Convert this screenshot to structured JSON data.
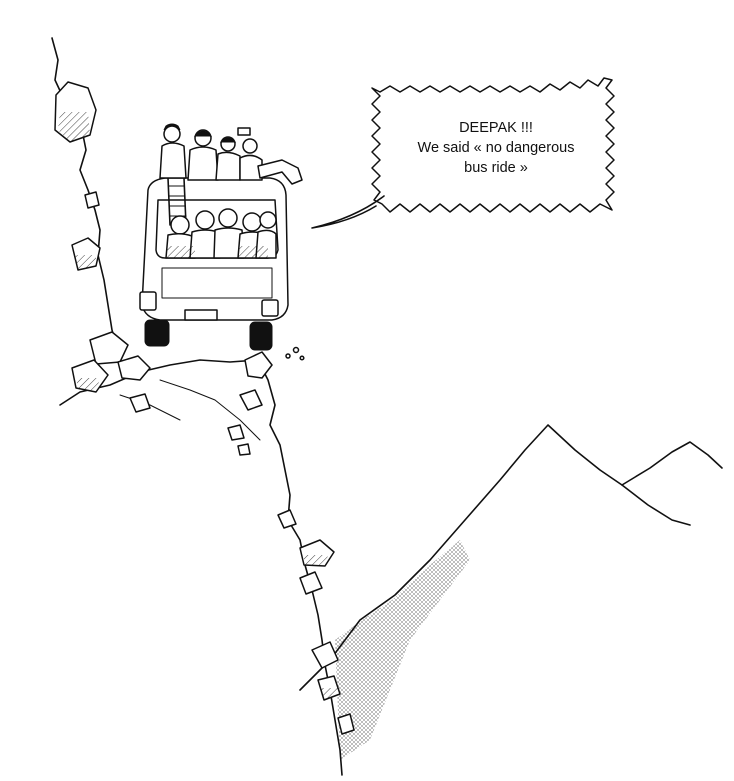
{
  "speech_bubble": {
    "line1": "DEEPAK !!!",
    "line2": "We said « no dangerous",
    "line3": "bus ride »"
  },
  "colors": {
    "ink": "#111111",
    "paper": "#ffffff"
  },
  "icons": [
    "bus-icon",
    "cliff-icon",
    "mountain-icon",
    "passenger-icon",
    "ladder-icon",
    "rock-icon"
  ]
}
